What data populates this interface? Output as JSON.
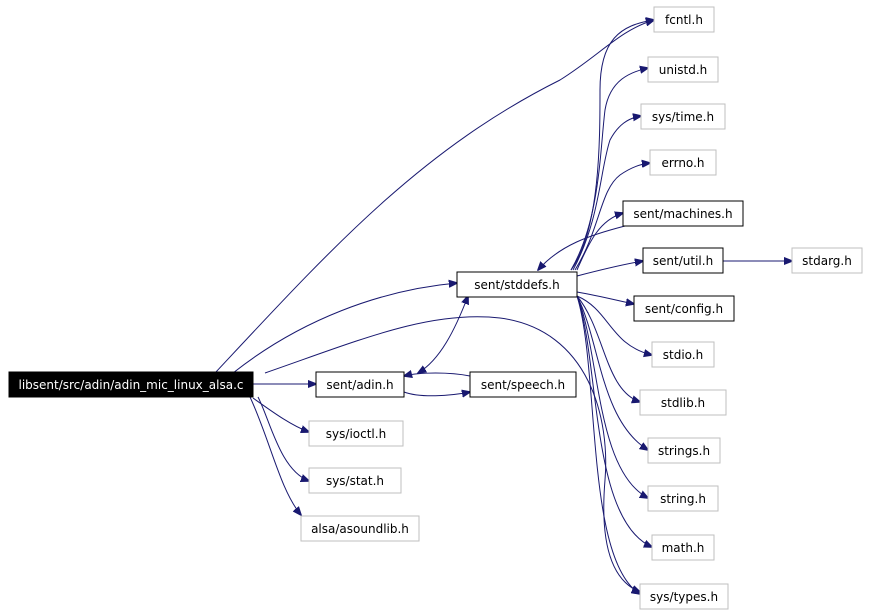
{
  "nodes": {
    "main": "libsent/src/adin/adin_mic_linux_alsa.c",
    "fcntl": "fcntl.h",
    "unistd": "unistd.h",
    "systime": "sys/time.h",
    "errno": "errno.h",
    "machines": "sent/machines.h",
    "util": "sent/util.h",
    "stdarg": "stdarg.h",
    "stddefs": "sent/stddefs.h",
    "config": "sent/config.h",
    "stdio": "stdio.h",
    "adin": "sent/adin.h",
    "speech": "sent/speech.h",
    "stdlib": "stdlib.h",
    "ioctl": "sys/ioctl.h",
    "strings": "strings.h",
    "stat": "sys/stat.h",
    "string": "string.h",
    "asoundlib": "alsa/asoundlib.h",
    "math": "math.h",
    "systypes": "sys/types.h"
  },
  "colors": {
    "edge": "#191970",
    "main_fill": "#000000",
    "main_text": "#ffffff",
    "documented_border": "#000000",
    "external_border": "#bfbfbf"
  }
}
